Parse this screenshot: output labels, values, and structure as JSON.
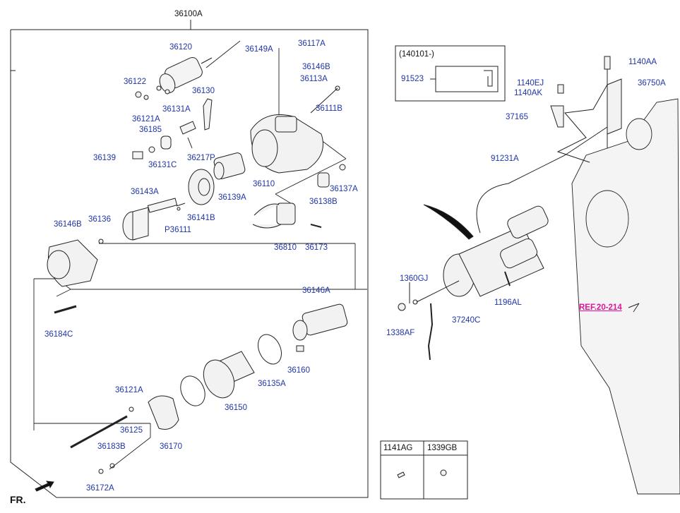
{
  "diagram": {
    "assembly_number": "36100A",
    "labels": {
      "p36120": "36120",
      "p36122": "36122",
      "p36121A_top": "36121A",
      "p36130": "36130",
      "p36131A": "36131A",
      "p36185": "36185",
      "p36139": "36139",
      "p36131C": "36131C",
      "p36217P": "36217P",
      "p36149A": "36149A",
      "p36117A": "36117A",
      "p36146B_top": "36146B",
      "p36113A": "36113A",
      "p36111B": "36111B",
      "p36110": "36110",
      "p36139A": "36139A",
      "p36137A": "36137A",
      "p36138B": "36138B",
      "p36143A": "36143A",
      "p36146B": "36146B",
      "p36136": "36136",
      "p36141B": "36141B",
      "pP36111": "P36111",
      "p36810": "36810",
      "p36173": "36173",
      "p36184C": "36184C",
      "p36146A": "36146A",
      "p36160": "36160",
      "p36135A": "36135A",
      "p36150": "36150",
      "p36121A_bottom": "36121A",
      "p36125": "36125",
      "p36183B": "36183B",
      "p36170": "36170",
      "p36172A": "36172A",
      "p140101": "(140101-)",
      "p91523": "91523",
      "p1140AA": "1140AA",
      "p1140EJ": "1140EJ",
      "p1140AK": "1140AK",
      "p36750A": "36750A",
      "p37165": "37165",
      "p91231A": "91231A",
      "p1360GJ": "1360GJ",
      "p1338AF": "1338AF",
      "p37240C": "37240C",
      "p1196AL": "1196AL",
      "ref": "REF.20-214",
      "p1141AG": "1141AG",
      "p1339GB": "1339GB"
    },
    "fr_label": "FR."
  }
}
